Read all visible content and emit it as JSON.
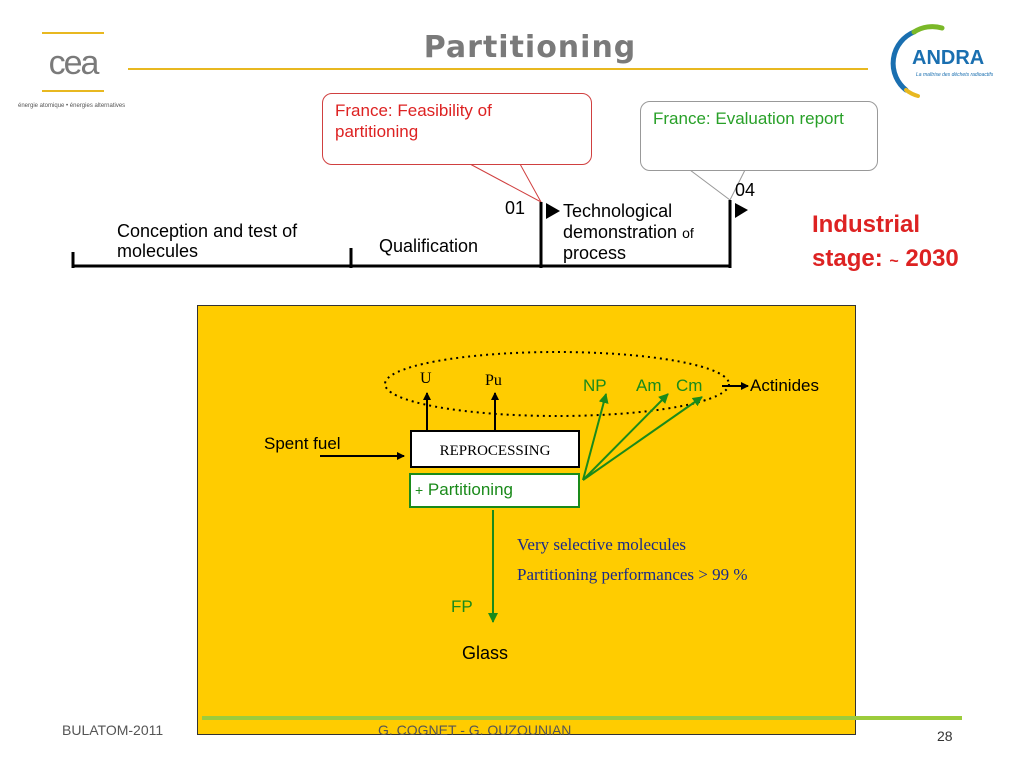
{
  "header": {
    "title": "Partitioning",
    "cea_logo_text": "cea",
    "cea_tagline": "énergie atomique • énergies alternatives",
    "andra_logo_text": "ANDRA",
    "andra_tagline": "La maîtrise des déchets radioactifs"
  },
  "callouts": {
    "feasibility": "France: Feasibility of partitioning",
    "evaluation": "France: Evaluation report"
  },
  "timeline": {
    "stage1": "Conception and test of molecules",
    "stage2": "Qualification",
    "stage3_line1": "Technological",
    "stage3_line2": "demonstration",
    "stage3_of": "of",
    "stage3_line3": "process",
    "year01": "01",
    "year04": "04",
    "industrial_line1": "Industrial",
    "industrial_line2_pre": "stage: ",
    "industrial_tilde": "~",
    "industrial_year": " 2030"
  },
  "diagram": {
    "u": "U",
    "pu": "Pu",
    "np": "NP",
    "am": "Am",
    "cm": "Cm",
    "actinides": "Actinides",
    "spent_fuel": "Spent fuel",
    "reprocessing": "REPROCESSING",
    "partitioning_plus": "+",
    "partitioning": "Partitioning",
    "note_line1": "Very selective molecules",
    "note_line2": "Partitioning performances > 99 %",
    "fp": "FP",
    "glass": "Glass"
  },
  "footer": {
    "left": "BULATOM-2011",
    "center": "G. COGNET - G. OUZOUNIAN",
    "page": "28"
  },
  "colors": {
    "title": "#7a7a7a",
    "accent_line": "#e8b820",
    "industrial": "#dd2222",
    "panel": "#ffcc00",
    "green": "#1a8a1a",
    "footer_line": "#9ccc3c"
  }
}
